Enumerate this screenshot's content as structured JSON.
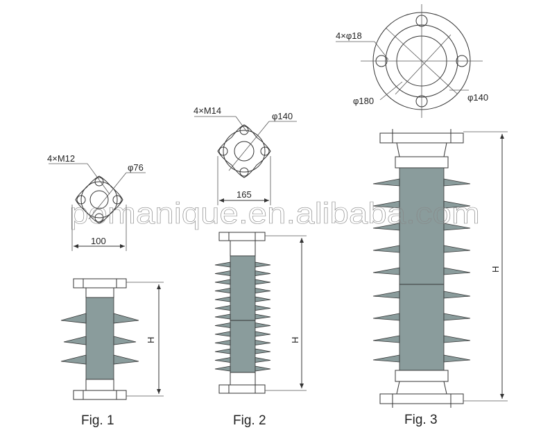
{
  "colors": {
    "shed": "#8a9c9c",
    "line": "#333333",
    "background": "#ffffff"
  },
  "fig1": {
    "caption": "Fig. 1",
    "bolt_label": "4×M12",
    "diameter_label": "φ76",
    "width_label": "100",
    "height_label": "H"
  },
  "fig2": {
    "caption": "Fig. 2",
    "bolt_label": "4×M14",
    "diameter_label": "φ140",
    "width_label": "165",
    "height_label": "H"
  },
  "fig3": {
    "caption": "Fig. 3",
    "hole_label": "4×φ18",
    "outer_label": "φ180",
    "bolt_circle_label": "φ140",
    "height_label": "H"
  },
  "watermark": "pomanique.en.alibaba.com"
}
